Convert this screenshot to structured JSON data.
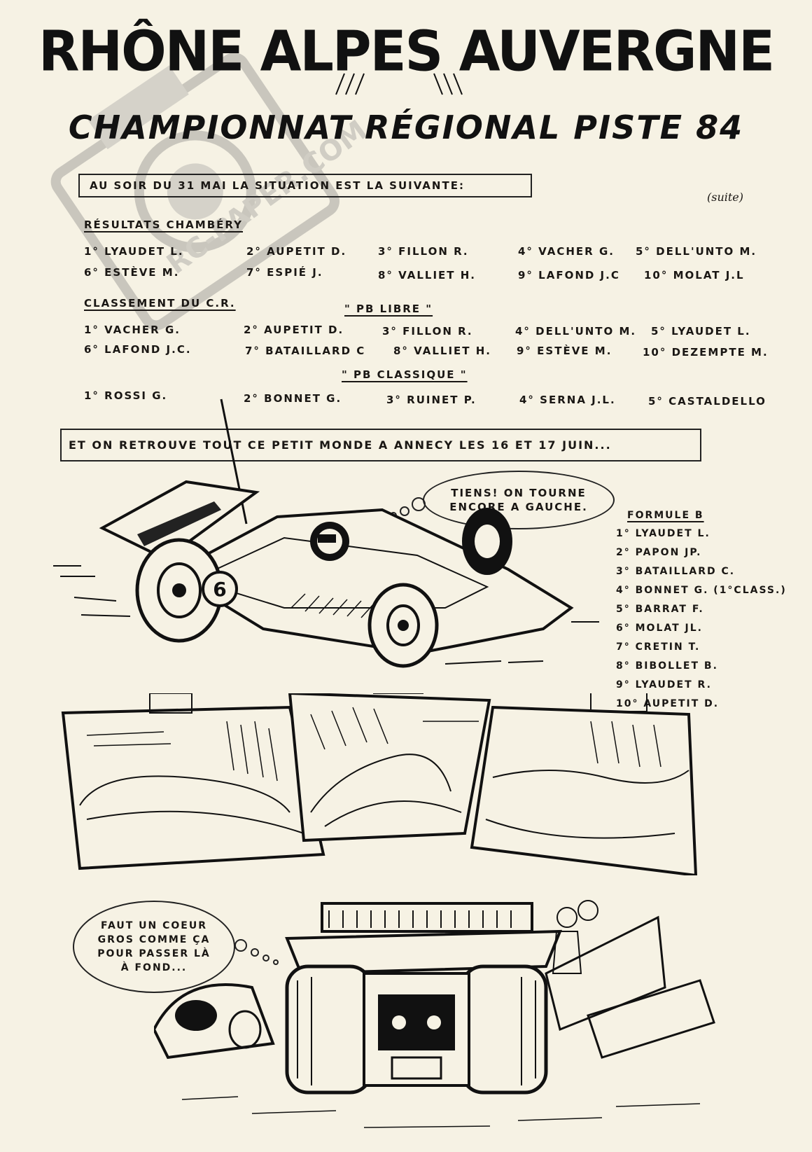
{
  "header": {
    "title": "RHÔNE ALPES AUVERGNE",
    "subtitle": "CHAMPIONNAT RÉGIONAL PISTE 84"
  },
  "banner_top": "AU SOIR DU 31 MAI LA SITUATION EST LA SUIVANTE:",
  "suite": "(suite)",
  "resultats": {
    "heading": "RÉSULTATS CHAMBÉRY",
    "row1": [
      "1° LYAUDET L.",
      "2° AUPETIT D.",
      "3° FILLON R.",
      "4° VACHER G.",
      "5° DELL'UNTO M."
    ],
    "row2": [
      "6° ESTÈVE M.",
      "7° ESPIÉ J.",
      "8° VALLIET H.",
      "9° LAFOND J.C",
      "10° MOLAT J.L"
    ]
  },
  "classement": {
    "heading": "CLASSEMENT DU C.R.",
    "pb_libre": "\" PB LIBRE \"",
    "row1": [
      "1° VACHER G.",
      "2° AUPETIT D.",
      "3° FILLON R.",
      "4° DELL'UNTO M.",
      "5° LYAUDET L."
    ],
    "row2": [
      "6° LAFOND J.C.",
      "7° BATAILLARD C",
      "8° VALLIET H.",
      "9° ESTÈVE M.",
      "10° DEZEMPTE M."
    ],
    "pb_classique": "\" PB CLASSIQUE \"",
    "row3": [
      "1° ROSSI G.",
      "2° BONNET G.",
      "3° RUINET P.",
      "4° SERNA J.L.",
      "5° CASTALDELLO"
    ]
  },
  "banner_annecy": "ET ON RETROUVE TOUT CE PETIT MONDE A ANNECY LES 16 ET 17 JUIN...",
  "bubble_top": [
    "TIENS! ON TOURNE",
    "ENCORE A GAUCHE."
  ],
  "car_number": "6",
  "formule_b": {
    "heading": "FORMULE B",
    "items": [
      "1° LYAUDET L.",
      "2° PAPON JP.",
      "3° BATAILLARD C.",
      "4° BONNET G. (1°Class.)",
      "5° BARRAT F.",
      "6° MOLAT JL.",
      "7° CRETIN T.",
      "8° BIBOLLET B.",
      "9° LYAUDET R.",
      "10° AUPETIT D."
    ]
  },
  "bubble_bottom": [
    "FAUT UN COEUR",
    "GROS COMME ÇA",
    "POUR PASSER LÀ",
    "À FOND..."
  ],
  "watermark": "RC-PAPER.COM",
  "colors": {
    "paper": "#f6f2e4",
    "ink": "#1a1714"
  }
}
